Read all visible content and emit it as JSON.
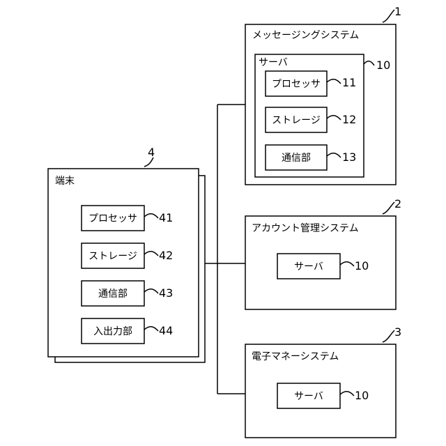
{
  "messaging_system": {
    "title": "メッセージングシステム",
    "ref": "1",
    "server": {
      "title": "サーバ",
      "ref": "10",
      "components": [
        {
          "label": "プロセッサ",
          "ref": "11"
        },
        {
          "label": "ストレージ",
          "ref": "12"
        },
        {
          "label": "通信部",
          "ref": "13"
        }
      ]
    }
  },
  "account_system": {
    "title": "アカウント管理システム",
    "ref": "2",
    "server": {
      "label": "サーバ",
      "ref": "10"
    }
  },
  "emoney_system": {
    "title": "電子マネーシステム",
    "ref": "3",
    "server": {
      "label": "サーバ",
      "ref": "10"
    }
  },
  "terminal": {
    "title": "端末",
    "ref": "4",
    "components": [
      {
        "label": "プロセッサ",
        "ref": "41"
      },
      {
        "label": "ストレージ",
        "ref": "42"
      },
      {
        "label": "通信部",
        "ref": "43"
      },
      {
        "label": "入出力部",
        "ref": "44"
      }
    ]
  }
}
